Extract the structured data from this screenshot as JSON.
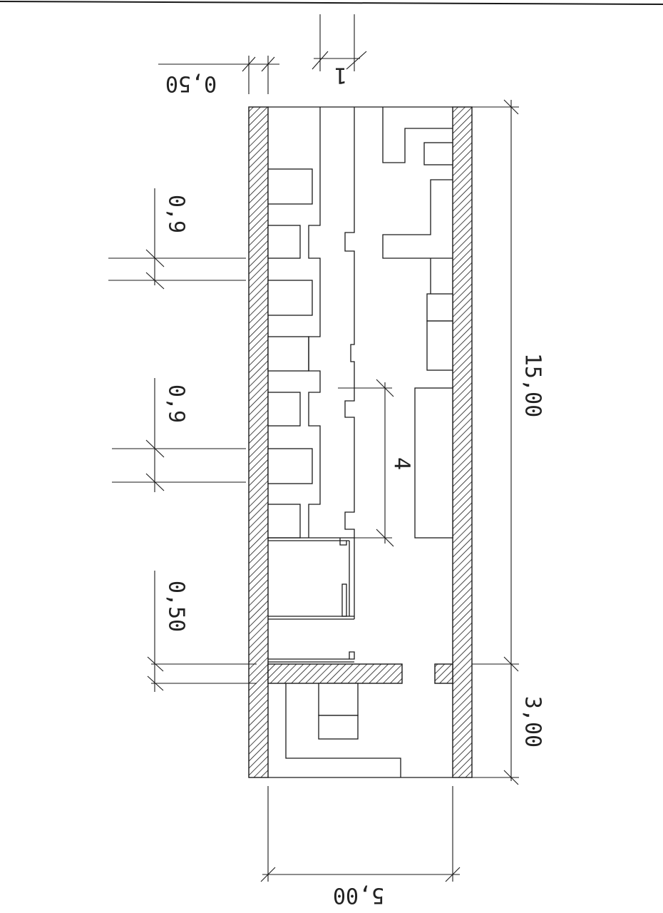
{
  "dimensions": {
    "wall_thickness_top": "0,50",
    "wall_thickness_side": "0,50",
    "opening_top": "1",
    "window_width_upper": "0,9",
    "window_width_lower": "0,9",
    "total_length": "15,00",
    "compartment_length": "3,00",
    "total_width": "5,00",
    "seat_module": "4"
  },
  "colors": {
    "ink": "#1a1a1a",
    "paper": "#ffffff"
  }
}
